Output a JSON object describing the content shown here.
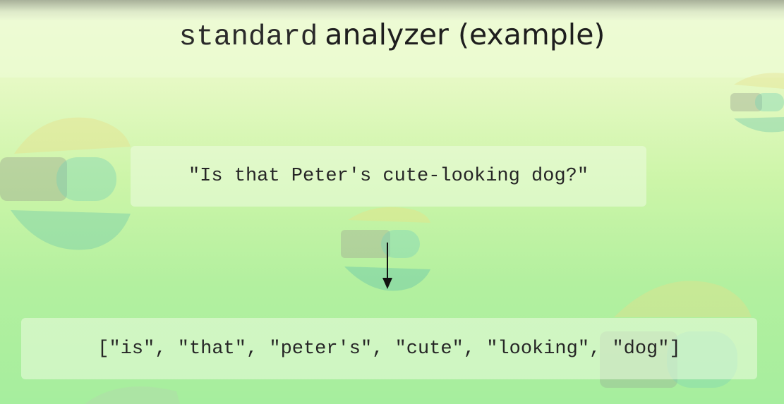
{
  "title": {
    "code_part": "standard",
    "text_part": "analyzer (example)"
  },
  "input_text": "\"Is that Peter's cute-looking dog?\"",
  "output_tokens": "[\"is\", \"that\", \"peter's\", \"cute\", \"looking\", \"dog\"]",
  "colors": {
    "background_top": "#eefad2",
    "background_bottom": "#a6ee9e",
    "text": "#262626",
    "box_fill": "#ecfce0"
  },
  "icons": [
    "down-arrow-icon",
    "elastic-logo-watermark"
  ]
}
